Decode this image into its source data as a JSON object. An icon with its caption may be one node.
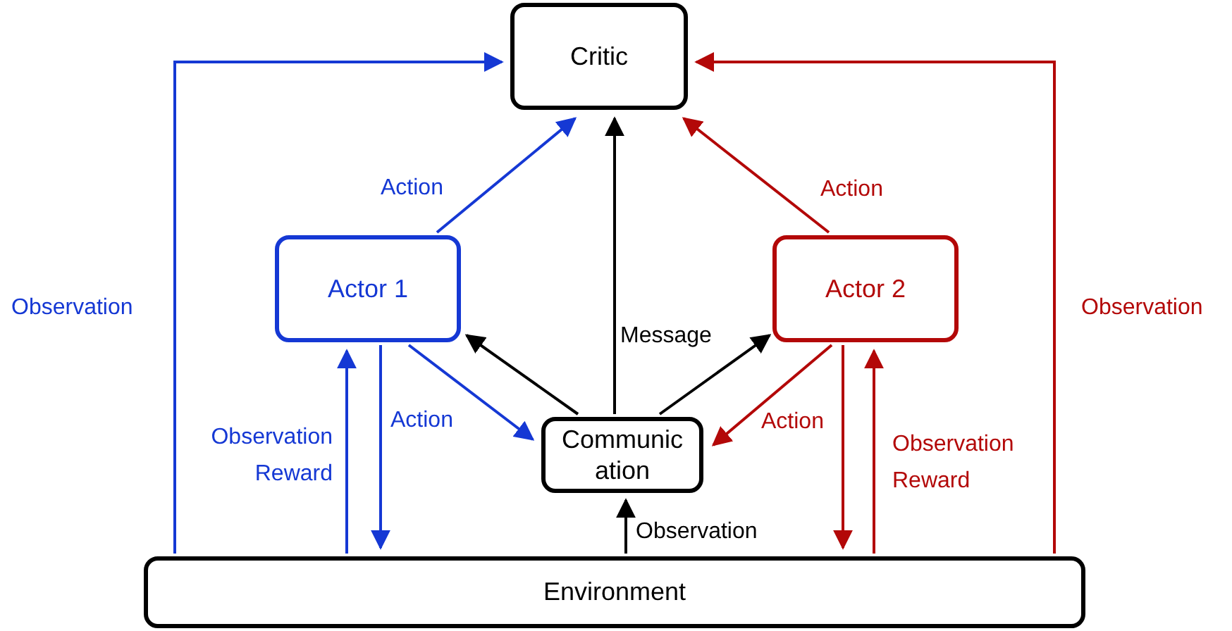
{
  "diagram": {
    "nodes": [
      {
        "text": [
          "Critic"
        ]
      },
      {
        "text": [
          "Actor 1"
        ]
      },
      {
        "text": [
          "Actor 2"
        ]
      },
      {
        "text": [
          "Communication"
        ]
      },
      {
        "text": [
          "Environment"
        ]
      }
    ],
    "edges": [
      {
        "from": 1,
        "to": 0,
        "arrow": "to",
        "label": "Action",
        "color": "#1538d4"
      },
      {
        "from": 2,
        "to": 0,
        "arrow": "to",
        "label": "Action",
        "color": "#b30808"
      },
      {
        "from": 3,
        "to": 0,
        "arrow": "to",
        "label": "Message",
        "color": "#000000"
      },
      {
        "from": 3,
        "to": 1,
        "arrow": "to",
        "color": "#000000"
      },
      {
        "from": 3,
        "to": 2,
        "arrow": "to",
        "color": "#000000"
      },
      {
        "from": 1,
        "to": 3,
        "arrow": "to",
        "label": "Action",
        "color": "#1538d4"
      },
      {
        "from": 2,
        "to": 3,
        "arrow": "to",
        "label": "Action",
        "color": "#b30808"
      },
      {
        "from": 4,
        "to": 3,
        "arrow": "to",
        "label": "Observation",
        "color": "#000000"
      },
      {
        "from": 4,
        "to": 1,
        "arrow": "to",
        "label": "Observation Reward",
        "color": "#1538d4"
      },
      {
        "from": 1,
        "to": 4,
        "arrow": "to",
        "color": "#1538d4"
      },
      {
        "from": 4,
        "to": 2,
        "arrow": "to",
        "label": "Observation Reward",
        "color": "#b30808"
      },
      {
        "from": 2,
        "to": 4,
        "arrow": "to",
        "color": "#b30808"
      },
      {
        "from": 4,
        "to": 0,
        "arrow": "to",
        "label": "Observation",
        "color": "#1538d4"
      },
      {
        "from": 4,
        "to": 0,
        "arrow": "to",
        "label": "Observation",
        "color": "#b30808"
      }
    ]
  }
}
